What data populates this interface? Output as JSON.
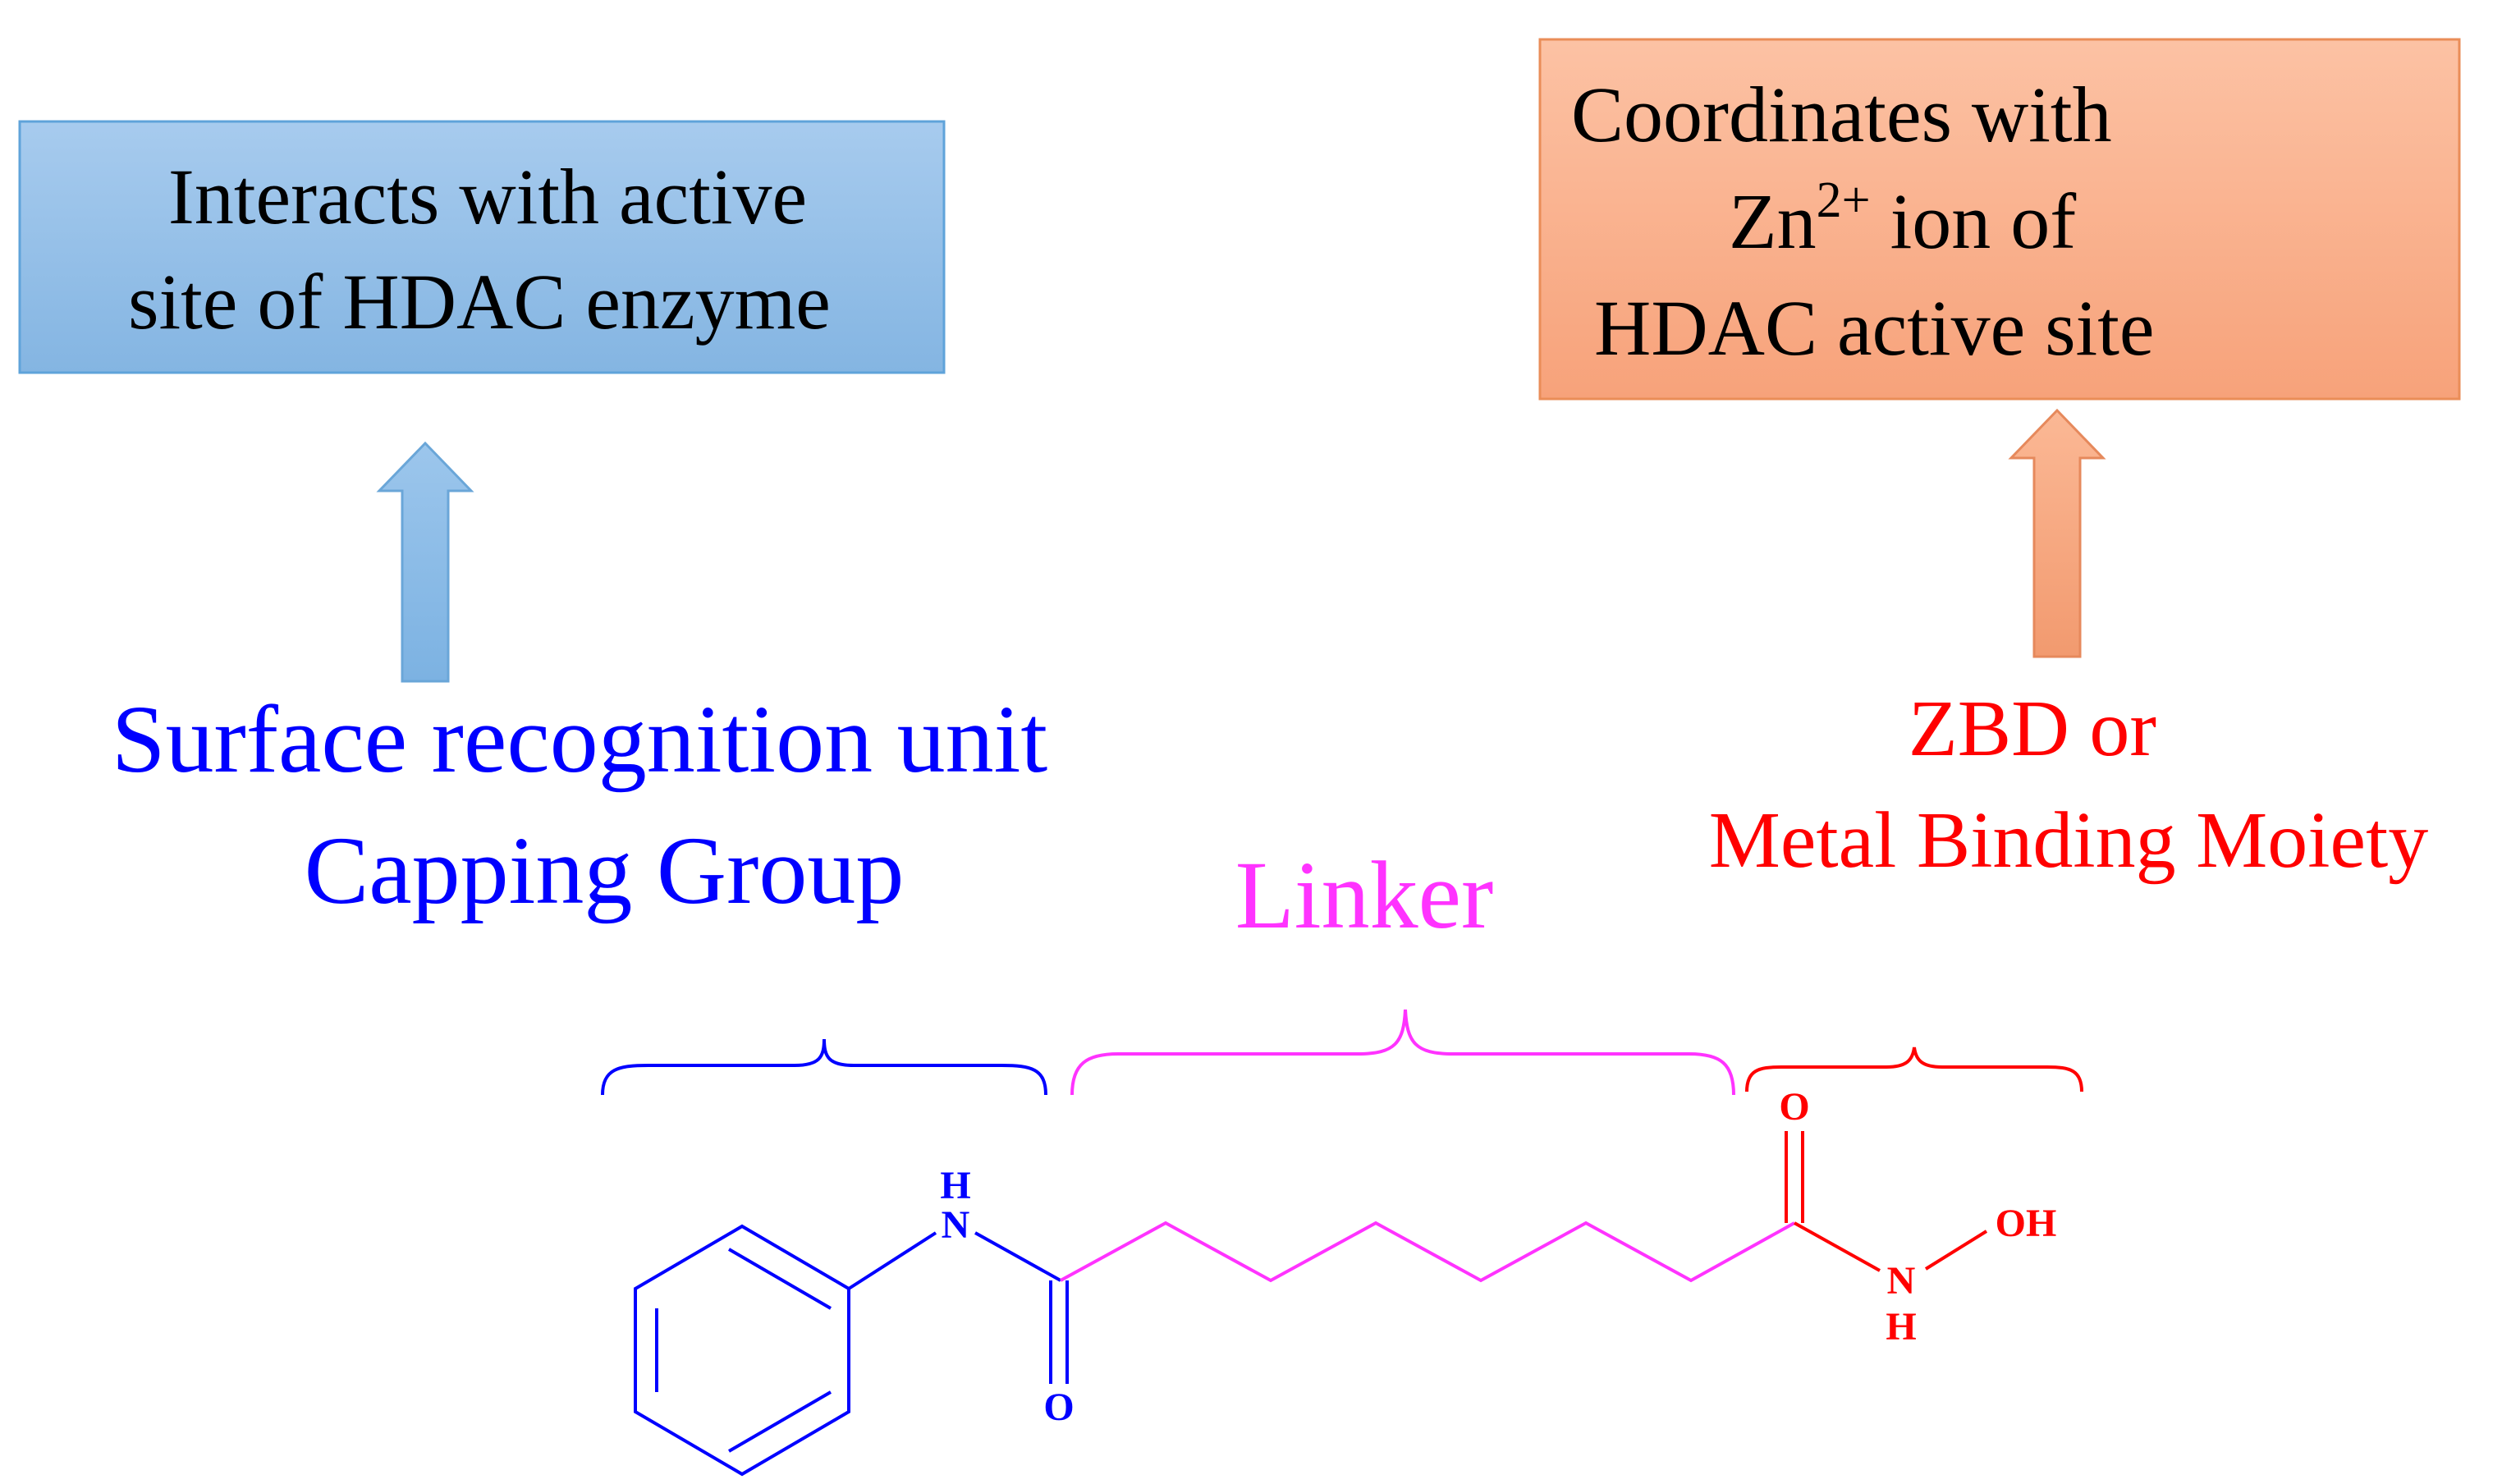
{
  "colors": {
    "capping": "#0000ff",
    "linker": "#ff33ff",
    "zbd": "#ff0000",
    "box_left_top": "#a7cbee",
    "box_left_bottom": "#84b5e2",
    "box_left_border": "#5fa3da",
    "box_right_top": "#fcc2a4",
    "box_right_bottom": "#f7a27a",
    "box_right_border": "#ea8d58",
    "arrow_left_top": "#9cc6ec",
    "arrow_left_bottom": "#7cb2e2",
    "arrow_right_top": "#fbb895",
    "arrow_right_bottom": "#f29a6f",
    "text": "#000000"
  },
  "boxes": {
    "left": {
      "line1": "Interacts with active",
      "line2": "site of HDAC enzyme"
    },
    "right": {
      "line1": "Coordinates with",
      "line2_prefix": "Zn",
      "line2_superscript": "2+",
      "line2_suffix": " ion of",
      "line3": "HDAC active site"
    }
  },
  "labels": {
    "capping": {
      "line1": "Surface recognition unit",
      "line2": "Capping Group"
    },
    "linker": "Linker",
    "zbd": {
      "line1": "ZBD or",
      "line2": "Metal Binding Moiety"
    }
  },
  "molecule": {
    "atoms": {
      "amide_n": "N",
      "amide_h": "H",
      "amide_o": "O",
      "hydroxamic_o": "O",
      "hydroxamic_n": "N",
      "hydroxamic_h": "H",
      "hydroxyl": "OH"
    }
  }
}
